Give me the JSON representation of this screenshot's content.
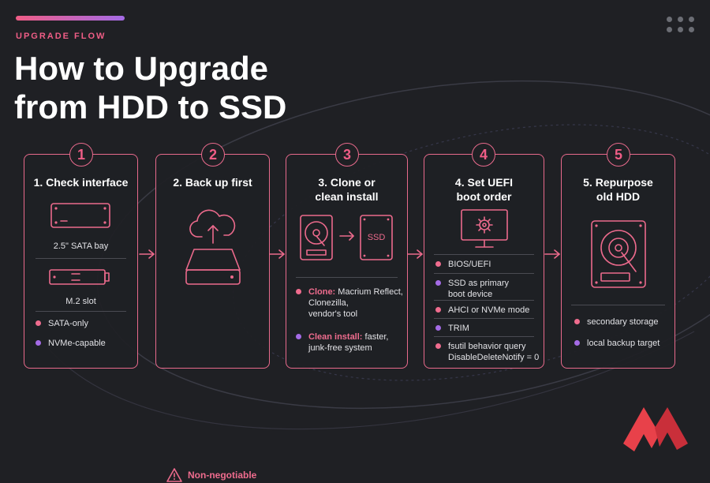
{
  "header": {
    "eyebrow": "UPGRADE FLOW",
    "title_line1": "How to Upgrade",
    "title_line2": "from HDD to SSD"
  },
  "colors": {
    "accent_pink": "#ef5d86",
    "accent_purple": "#a46be6",
    "background": "#1f2024",
    "logo_red": "#e8414a"
  },
  "steps": [
    {
      "number": "1",
      "title": "1. Check interface",
      "icons": [
        "sata-drive-icon",
        "m2-drive-icon"
      ],
      "captions": [
        "2.5\" SATA bay",
        "M.2 slot"
      ],
      "bullets": [
        {
          "text": "SATA-only",
          "color": "pink"
        },
        {
          "text": "NVMe-capable",
          "color": "purple"
        }
      ]
    },
    {
      "number": "2",
      "title": "2. Back up first",
      "icons": [
        "cloud-upload-icon",
        "external-drive-icon",
        "warning-icon"
      ],
      "warning": "Non-negotiable"
    },
    {
      "number": "3",
      "title_line1": "3. Clone or",
      "title_line2": "clean install",
      "icons": [
        "hdd-icon",
        "arrow-right-icon",
        "ssd-icon"
      ],
      "ssd_label": "SSD",
      "bullets": [
        {
          "highlight": "Clone:",
          "text": " Macrium Reflect,",
          "line2": "Clonezilla,",
          "line3": "vendor's tool",
          "color": "pink"
        },
        {
          "highlight": "Clean install:",
          "text": " faster,",
          "line2": "junk-free system",
          "color": "purple"
        }
      ]
    },
    {
      "number": "4",
      "title_line1": "4. Set UEFI",
      "title_line2": "boot order",
      "icons": [
        "monitor-gear-icon"
      ],
      "bullets": [
        {
          "text": "BIOS/UEFI",
          "color": "pink"
        },
        {
          "text": "SSD as primary",
          "line2": "boot device",
          "color": "purple"
        },
        {
          "text": "AHCI or NVMe mode",
          "color": "pink"
        },
        {
          "text": "TRIM",
          "color": "purple"
        },
        {
          "text": "fsutil behavior query",
          "line2": "DisableDeleteNotify = 0",
          "color": "pink"
        }
      ]
    },
    {
      "number": "5",
      "title_line1": "5. Repurpose",
      "title_line2": "old HDD",
      "icons": [
        "hdd-large-icon"
      ],
      "bullets": [
        {
          "text": "secondary storage",
          "color": "pink"
        },
        {
          "text": "local backup target",
          "color": "purple"
        }
      ]
    }
  ]
}
